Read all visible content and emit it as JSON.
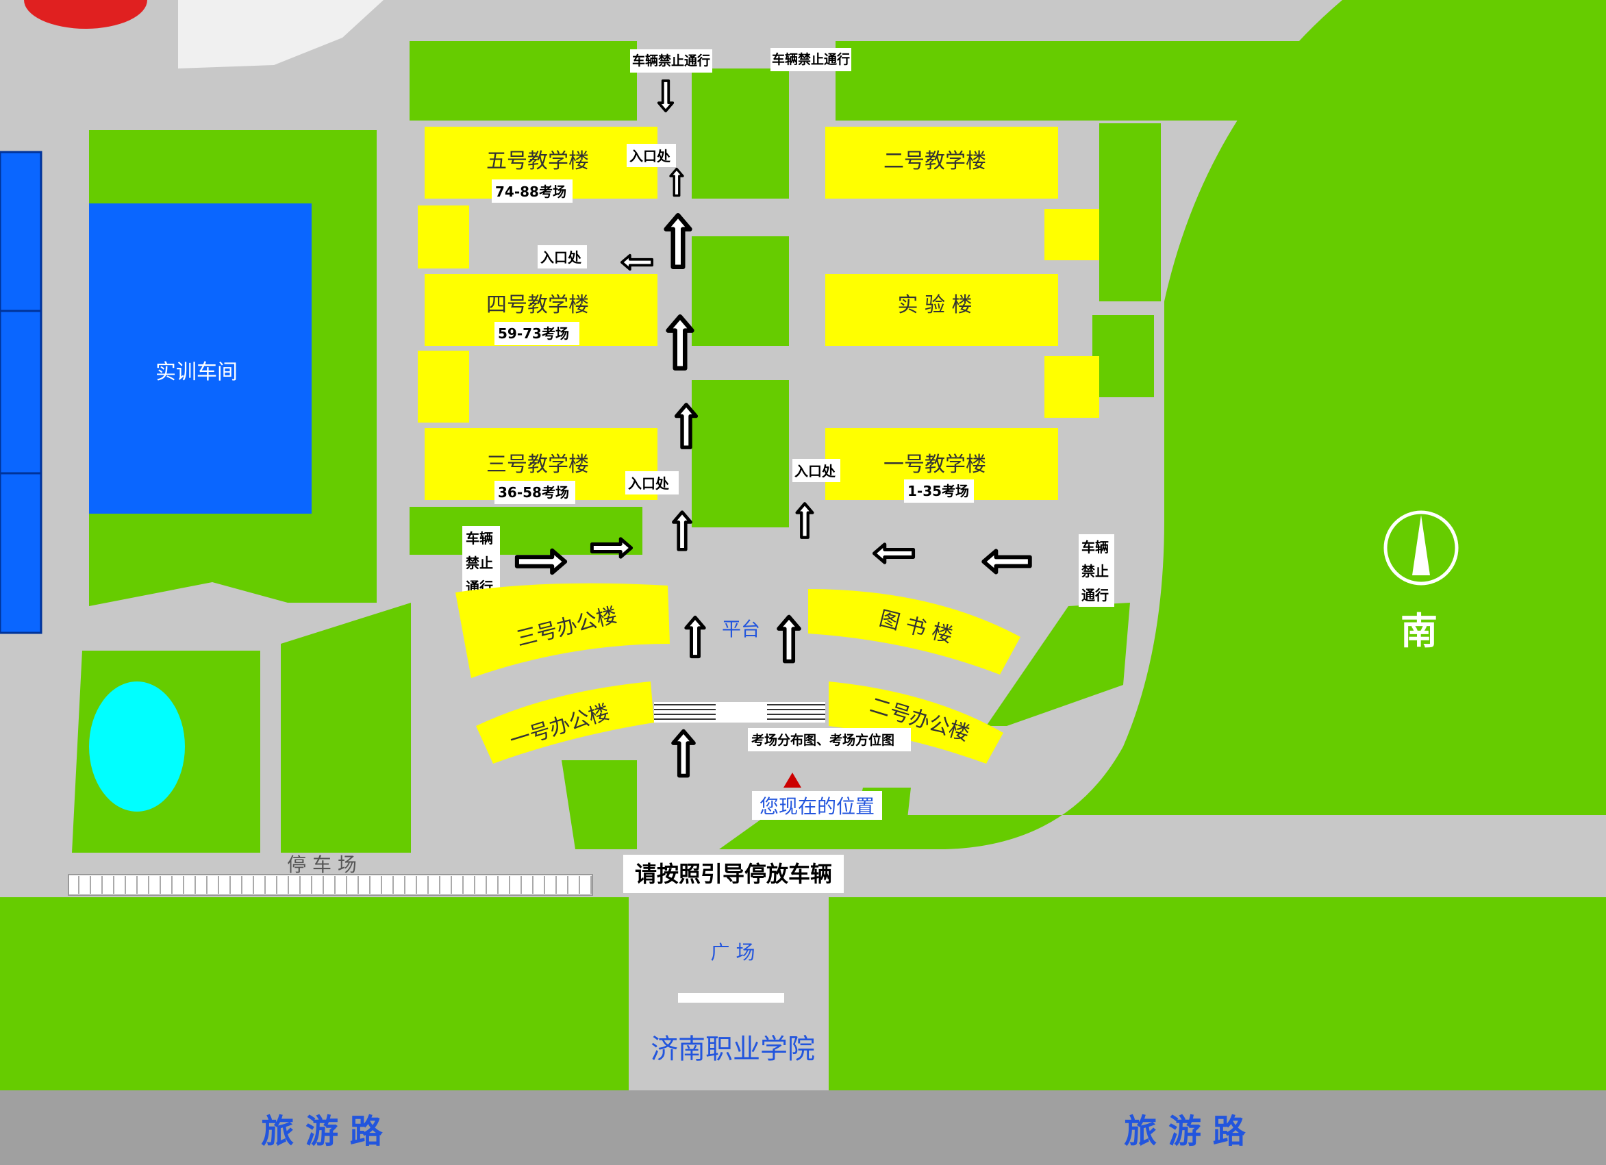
{
  "colors": {
    "grass": "#66cc00",
    "road": "#c6c6c6",
    "building": "#ffff00",
    "workshop": "#0a66ff",
    "street": "#9f9f9f",
    "pond": "#00ffff",
    "street_label": "#2255dd",
    "arrow": "#000000"
  },
  "buildings": {
    "bldg5": "五号教学楼",
    "bldg2": "二号教学楼",
    "bldg4": "四号教学楼",
    "lab": "实  验  楼",
    "bldg3": "三号教学楼",
    "bldg1": "一号教学楼",
    "office3": "三号办公楼",
    "library": "图  书  楼",
    "office1": "一号办公楼",
    "office2": "二号办公楼",
    "workshop": "实训车间"
  },
  "exam_rooms": {
    "bldg5": "74-88考场",
    "bldg4": "59-73考场",
    "bldg3": "36-58考场",
    "bldg1": "1-35考场"
  },
  "signs": {
    "entrance": "入口处",
    "no_vehicles": "车辆禁止通行",
    "no_vehicles_lines": [
      "车辆",
      "禁止",
      "通行"
    ],
    "exam_map": "考场分布图、考场方位图",
    "you_are_here": "您现在的位置",
    "parking_guide": "请按照引导停放车辆"
  },
  "labels": {
    "platform": "平台",
    "parking_lot": "停  车  场",
    "plaza": "广  场",
    "school": "济南职业学院",
    "compass": "南",
    "street_left": "旅   游   路",
    "street_right": "旅   游   路"
  },
  "icons": {
    "compass": "compass-south-icon",
    "arrow_up": "arrow-up-icon",
    "arrow_left": "arrow-left-icon",
    "arrow_right": "arrow-right-icon",
    "arrow_down": "arrow-down-icon",
    "you_are_here": "red-triangle-marker-icon"
  }
}
